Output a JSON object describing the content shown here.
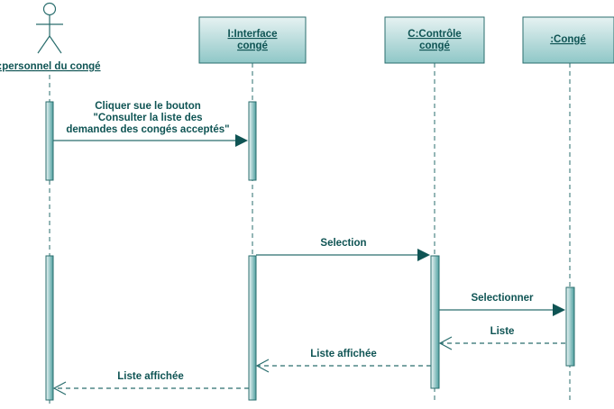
{
  "colors": {
    "stroke": "#2a6e6e",
    "text": "#0f5454",
    "box_fill_top": "#e6f2f2",
    "box_fill_bottom": "#8fc7c7",
    "activation_light": "#eef7f7",
    "activation_dark": "#4e9f9f"
  },
  "actor": {
    "name": ":personnel du congé",
    "icon": "stick-figure-actor-icon"
  },
  "objects": [
    {
      "line1": "I:Interface",
      "line2": "congé"
    },
    {
      "line1": "C:Contrôle",
      "line2": "congé"
    },
    {
      "line1": ":Congé",
      "line2": ""
    }
  ],
  "messages": [
    {
      "lines": [
        "Cliquer sue le bouton",
        "\"Consulter la liste des",
        "demandes des congés acceptés\""
      ],
      "type": "sync"
    },
    {
      "lines": [
        "Selection"
      ],
      "type": "sync"
    },
    {
      "lines": [
        "Selectionner"
      ],
      "type": "sync"
    },
    {
      "lines": [
        "Liste"
      ],
      "type": "return"
    },
    {
      "lines": [
        "Liste affichée"
      ],
      "type": "return"
    },
    {
      "lines": [
        "Liste affichée"
      ],
      "type": "return"
    }
  ]
}
